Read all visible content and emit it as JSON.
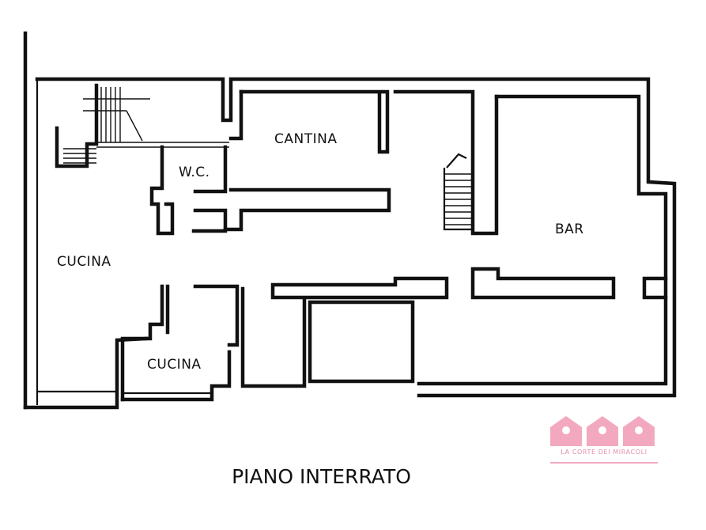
{
  "rooms": {
    "cantina": "CANTINA",
    "wc": "W.C.",
    "cucina_main": "CUCINA",
    "cucina_small": "CUCINA",
    "bar": "BAR"
  },
  "floor_title": "PIANO INTERRATO",
  "logo": {
    "text": "LA CORTE DEI MIRACOLI",
    "color": "#f2a9bf"
  }
}
